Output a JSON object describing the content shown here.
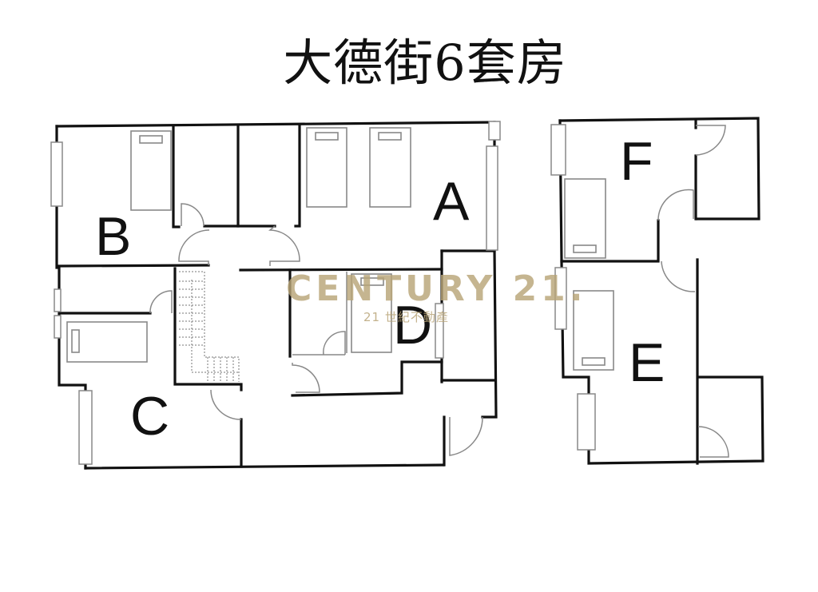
{
  "title": "大德街6套房",
  "rooms": [
    {
      "id": "A",
      "label": "A"
    },
    {
      "id": "B",
      "label": "B"
    },
    {
      "id": "C",
      "label": "C"
    },
    {
      "id": "D",
      "label": "D"
    },
    {
      "id": "E",
      "label": "E"
    },
    {
      "id": "F",
      "label": "F"
    }
  ],
  "watermark": {
    "brand": "CENTURY 21.",
    "subtitle": "21 世紀不動產",
    "color": "#b8a578"
  },
  "colors": {
    "wall": "#111111",
    "fixture": "#888888",
    "background": "#ffffff"
  }
}
